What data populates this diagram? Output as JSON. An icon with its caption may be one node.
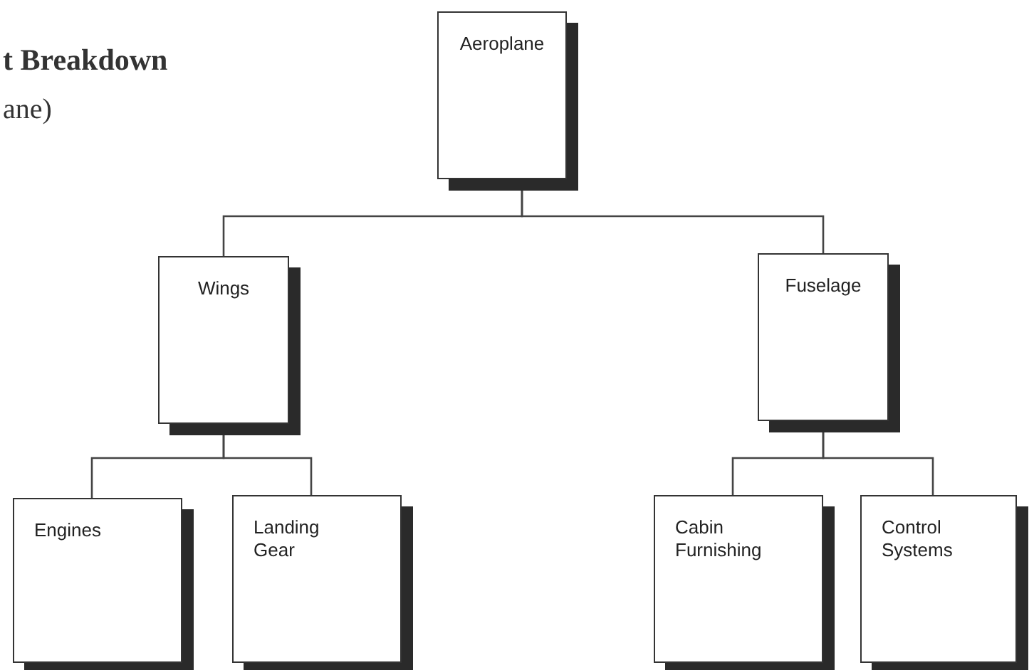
{
  "diagram": {
    "title": "t Breakdown",
    "nodes": [
      {
        "text": [
          "Aeroplane"
        ]
      },
      {
        "text": [
          "Wings"
        ]
      },
      {
        "text": [
          "Fuselage"
        ]
      },
      {
        "text": [
          "Engines"
        ]
      },
      {
        "text": [
          "Landing Gear"
        ]
      },
      {
        "text": [
          "Cabin Furnishing"
        ]
      },
      {
        "text": [
          "Control Systems"
        ]
      }
    ],
    "edges": [
      {
        "from": 0,
        "to": 1,
        "arrow": "none"
      },
      {
        "from": 0,
        "to": 2,
        "arrow": "none"
      },
      {
        "from": 1,
        "to": 3,
        "arrow": "none"
      },
      {
        "from": 1,
        "to": 4,
        "arrow": "none"
      },
      {
        "from": 2,
        "to": 5,
        "arrow": "none"
      },
      {
        "from": 2,
        "to": 6,
        "arrow": "none"
      }
    ],
    "labels": [
      "ane)"
    ]
  }
}
